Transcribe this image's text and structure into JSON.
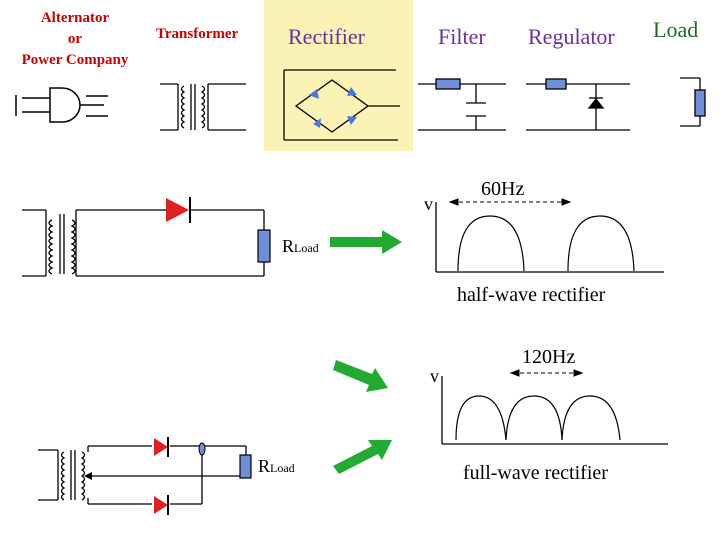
{
  "stages": {
    "alternator_line1": "Alternator",
    "alternator_line2": "or",
    "alternator_line3": "Power Company",
    "transformer": "Transformer",
    "rectifier": "Rectifier",
    "filter": "Filter",
    "regulator": "Regulator",
    "load": "Load"
  },
  "half_wave": {
    "axis_label": "v",
    "period_label": "60Hz",
    "load_label_main": "R",
    "load_label_sub": "Load",
    "caption": "half-wave rectifier"
  },
  "full_wave": {
    "axis_label": "v",
    "period_label": "120Hz",
    "load_label_main": "R",
    "load_label_sub": "Load",
    "caption": "full-wave rectifier"
  },
  "colors": {
    "rectifier_highlight": "#fbf2b6",
    "diode_red": "#e02020",
    "resistor_blue": "#6f8fd8",
    "arrow_green": "#22aa33",
    "stage_label_red": "#cc0000",
    "stage_label_purple": "#6b2fa0",
    "stage_label_green": "#1a6b2a"
  }
}
